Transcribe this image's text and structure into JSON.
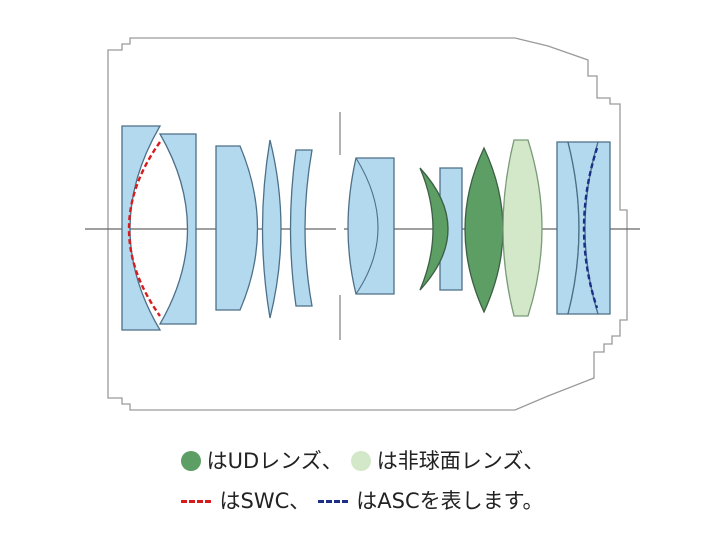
{
  "colors": {
    "housing_outline": "#9a9a9a",
    "lens_fill": "#b3d9ef",
    "lens_stroke": "#4d6f88",
    "ud_fill": "#5c9e63",
    "aspherical_fill": "#d2e8c9",
    "swc_line": "#d61c1c",
    "asc_line": "#1c2f86",
    "axis": "#666666"
  },
  "legend": {
    "row1": {
      "ud_icon": "green-filled-circle",
      "ud_text": "はUDレンズ、",
      "aspherical_icon": "pale-green-filled-circle",
      "aspherical_text": "は非球面レンズ、"
    },
    "row2": {
      "swc_icon": "red-dashed-line",
      "swc_text": "はSWC、",
      "asc_icon": "navy-dashed-line",
      "asc_text": "はASCを表します。"
    }
  }
}
